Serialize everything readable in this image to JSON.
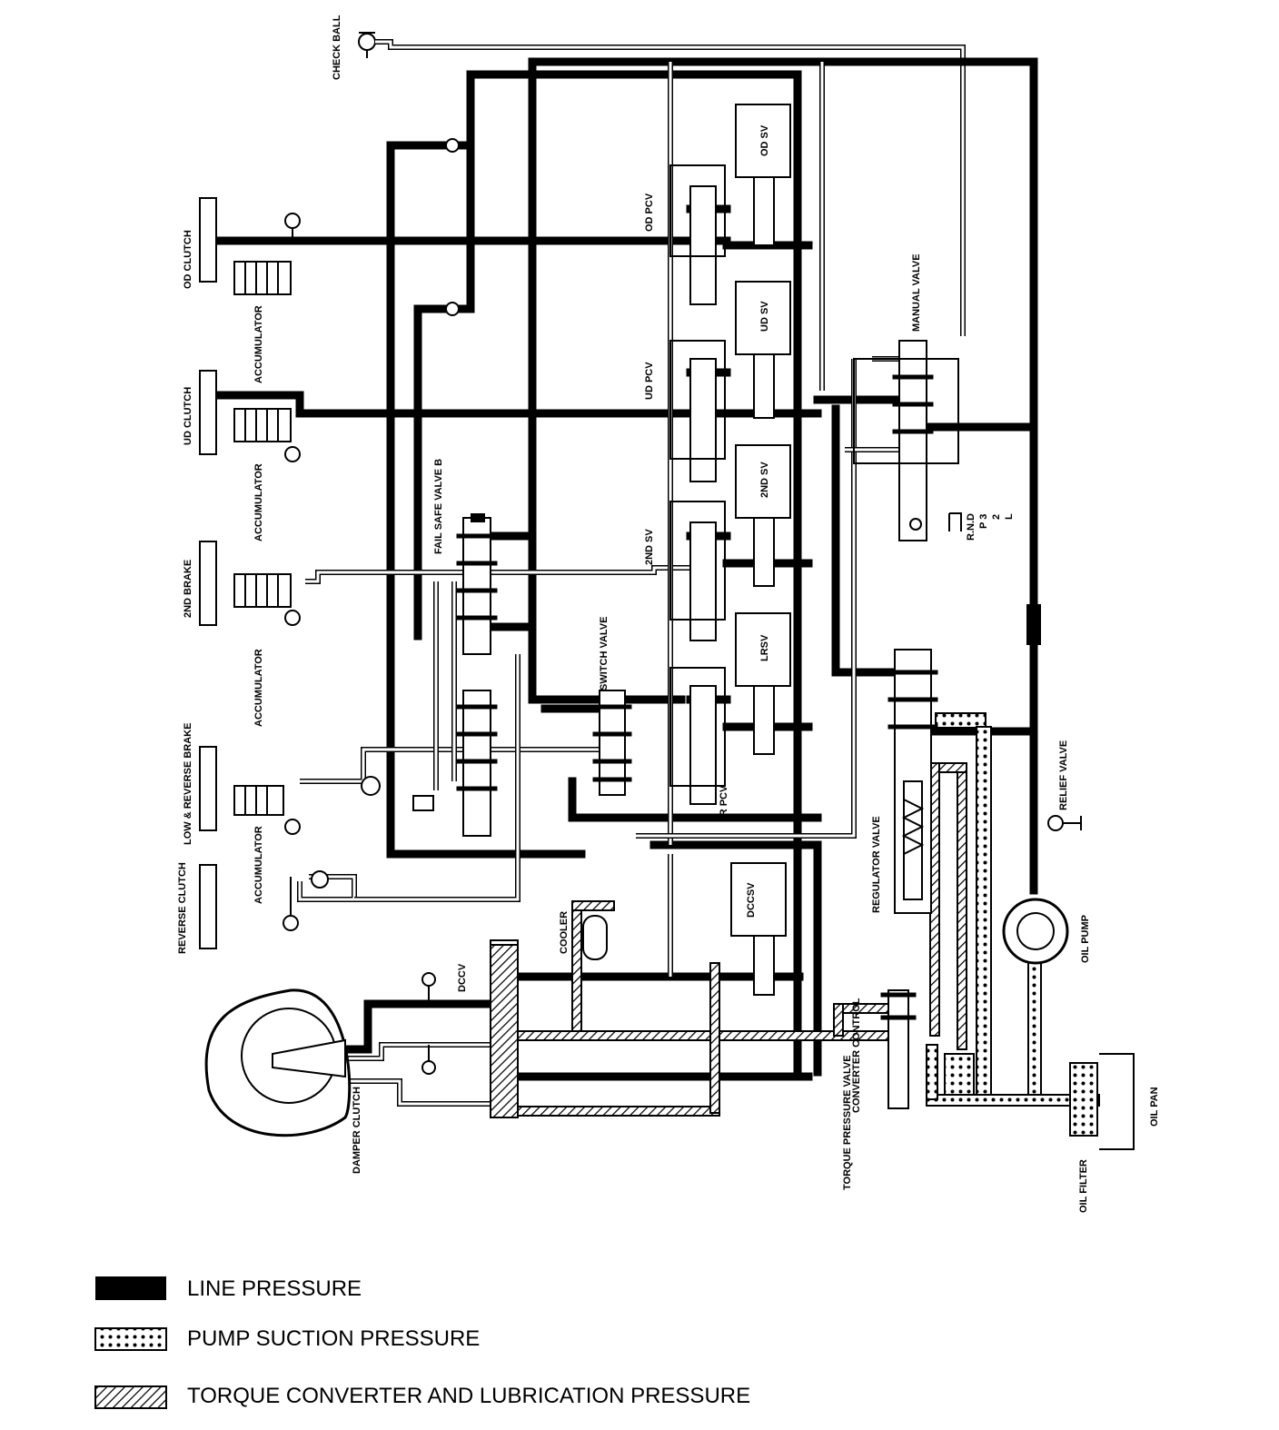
{
  "labels": {
    "check_ball": "CHECK BALL",
    "od_clutch": "OD CLUTCH",
    "ud_clutch": "UD CLUTCH",
    "second_brake": "2ND BRAKE",
    "reverse_clutch": "REVERSE CLUTCH",
    "low_reverse_brake": "LOW & REVERSE BRAKE",
    "accumulator": "ACCUMULATOR",
    "fail_safe_valve_b": "FAIL SAFE VALVE B",
    "switch_valve": "SWITCH VALVE",
    "od_sv": "OD SV",
    "od_pcv": "OD PCV",
    "ud_sv": "UD SV",
    "ud_pcv": "UD PCV",
    "second_sv": "2ND SV",
    "lrsv": "LRSV",
    "lr_pcv": "LR PCV",
    "dccsv": "DCCSV",
    "dccv": "DCCV",
    "cooler": "COOLER",
    "manual_valve": "MANUAL VALVE",
    "range_r_n_d": "R.N.D",
    "range_p3": "P 3",
    "range_2": "2",
    "range_l": "L",
    "regulator_valve": "REGULATOR VALVE",
    "relief_valve": "RELIEF VALVE",
    "oil_pump": "OIL PUMP",
    "oil_filter": "OIL FILTER",
    "oil_pan": "OIL PAN",
    "converter_control": "CONVERTER CONTROL",
    "torque_pressure_valve": "TORQUE PRESSURE VALVE",
    "damper_clutch": "DAMPER CLUTCH"
  },
  "legend": [
    {
      "pattern": "solid",
      "label": "LINE PRESSURE"
    },
    {
      "pattern": "dots",
      "label": "PUMP SUCTION PRESSURE"
    },
    {
      "pattern": "hatch",
      "label": "TORQUE CONVERTER AND LUBRICATION PRESSURE"
    }
  ]
}
